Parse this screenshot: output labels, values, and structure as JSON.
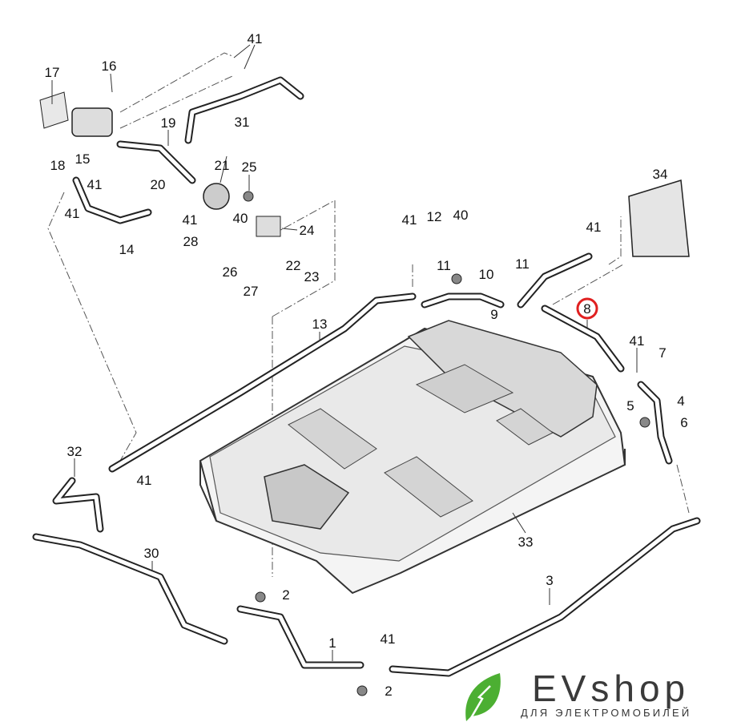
{
  "diagram": {
    "callouts": [
      "41",
      "16",
      "17",
      "19",
      "31",
      "15",
      "18",
      "41",
      "20",
      "21",
      "25",
      "41",
      "14",
      "41",
      "40",
      "24",
      "28",
      "22",
      "23",
      "26",
      "27",
      "41",
      "12",
      "40",
      "11",
      "10",
      "11",
      "9",
      "41",
      "34",
      "8",
      "13",
      "41",
      "7",
      "4",
      "5",
      "6",
      "32",
      "41",
      "30",
      "33",
      "3",
      "2",
      "1",
      "41",
      "2"
    ],
    "highlighted_callout": "8",
    "highlight_color": "#e02020"
  },
  "logo": {
    "title": "EVshop",
    "subtitle": "ДЛЯ ЭЛЕКТРОМОБИЛЕЙ",
    "leaf_color": "#4caf32"
  }
}
